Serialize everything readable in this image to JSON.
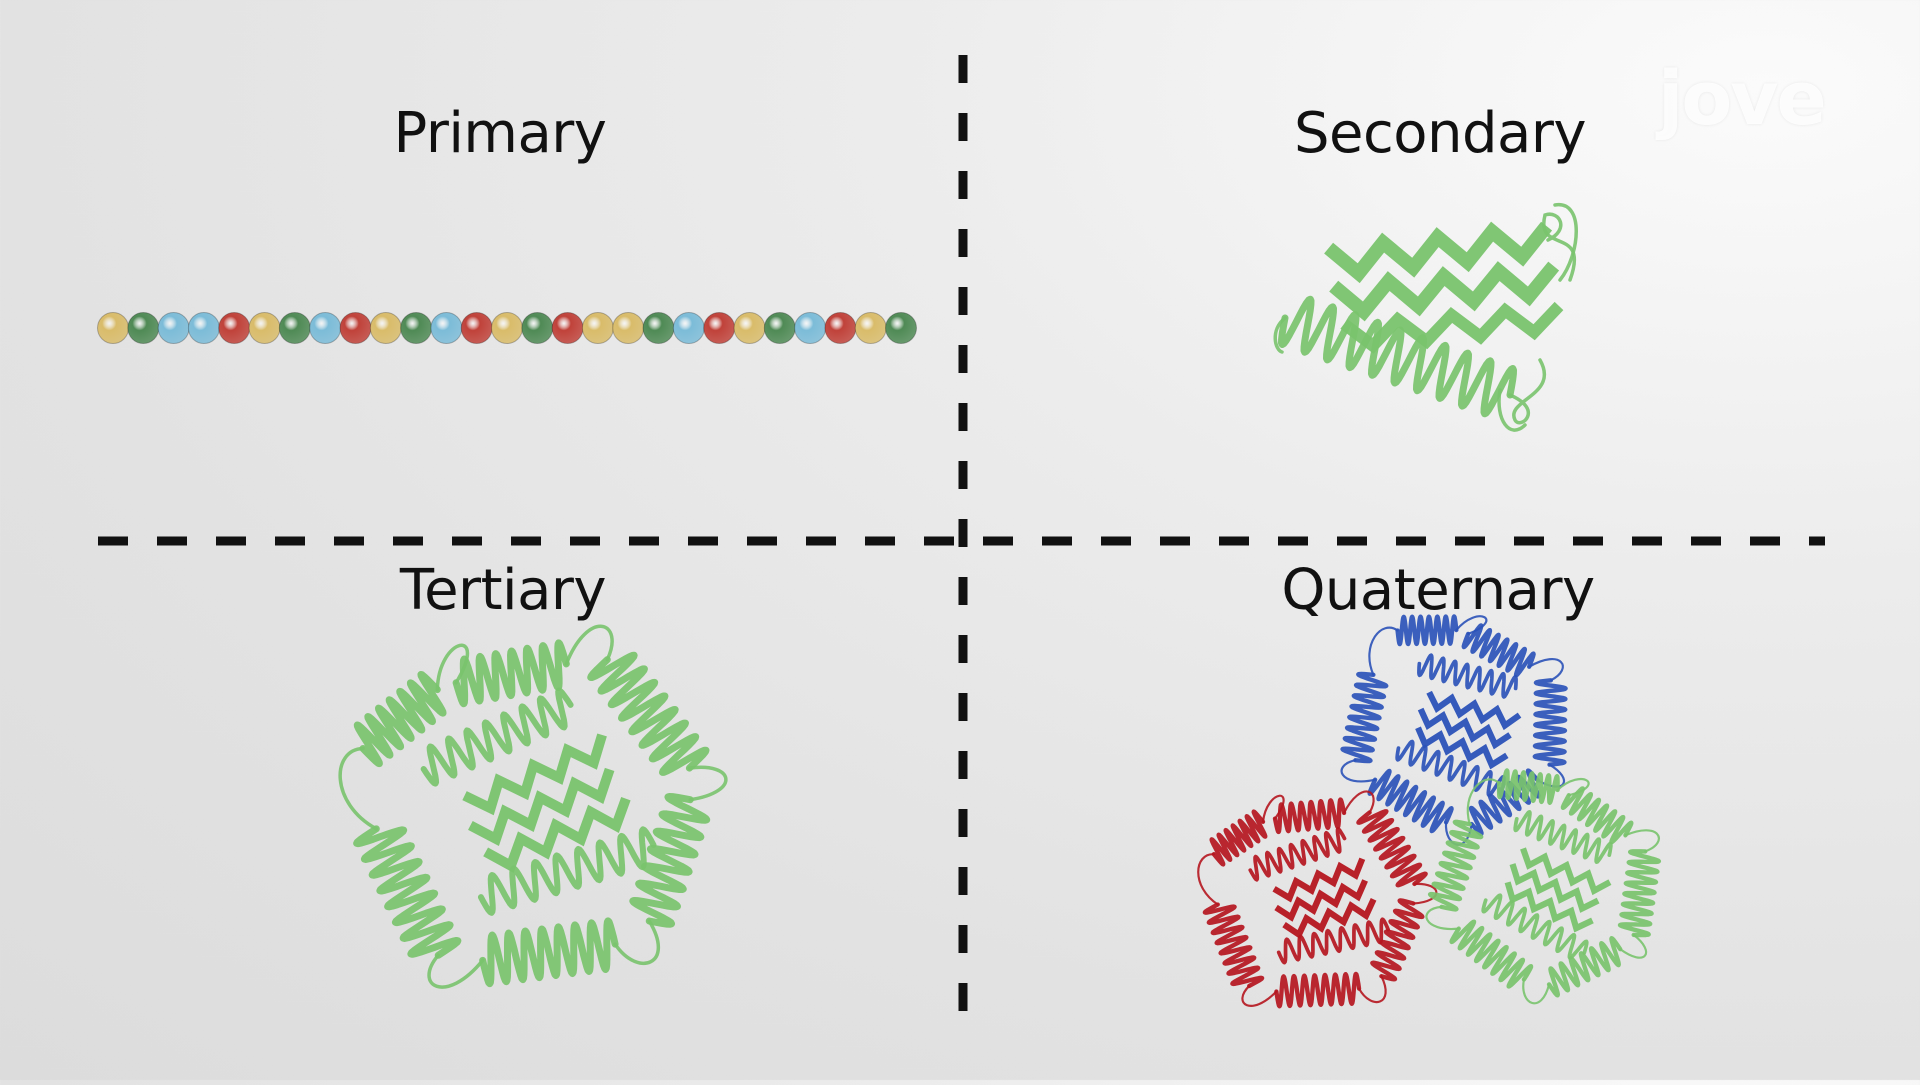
{
  "panels": {
    "primary": {
      "label": "Primary"
    },
    "secondary": {
      "label": "Secondary"
    },
    "tertiary": {
      "label": "Tertiary"
    },
    "quaternary": {
      "label": "Quaternary"
    }
  },
  "logo_text": "jove",
  "bead_chain": [
    "yellow",
    "green",
    "blue",
    "blue",
    "red",
    "yellow",
    "green",
    "blue",
    "red",
    "yellow",
    "green",
    "blue",
    "red",
    "yellow",
    "green",
    "red",
    "yellow",
    "yellow",
    "green",
    "blue",
    "red",
    "yellow",
    "green",
    "blue",
    "red",
    "yellow",
    "green"
  ],
  "colors": {
    "yellow": "#d9bc6a",
    "green_bead": "#4f8a55",
    "blue": "#7cbcd8",
    "red": "#c0423a",
    "protein_green": "#79c36d",
    "protein_blue": "#2b52b8",
    "protein_red": "#b5161f",
    "divider": "#111111"
  }
}
